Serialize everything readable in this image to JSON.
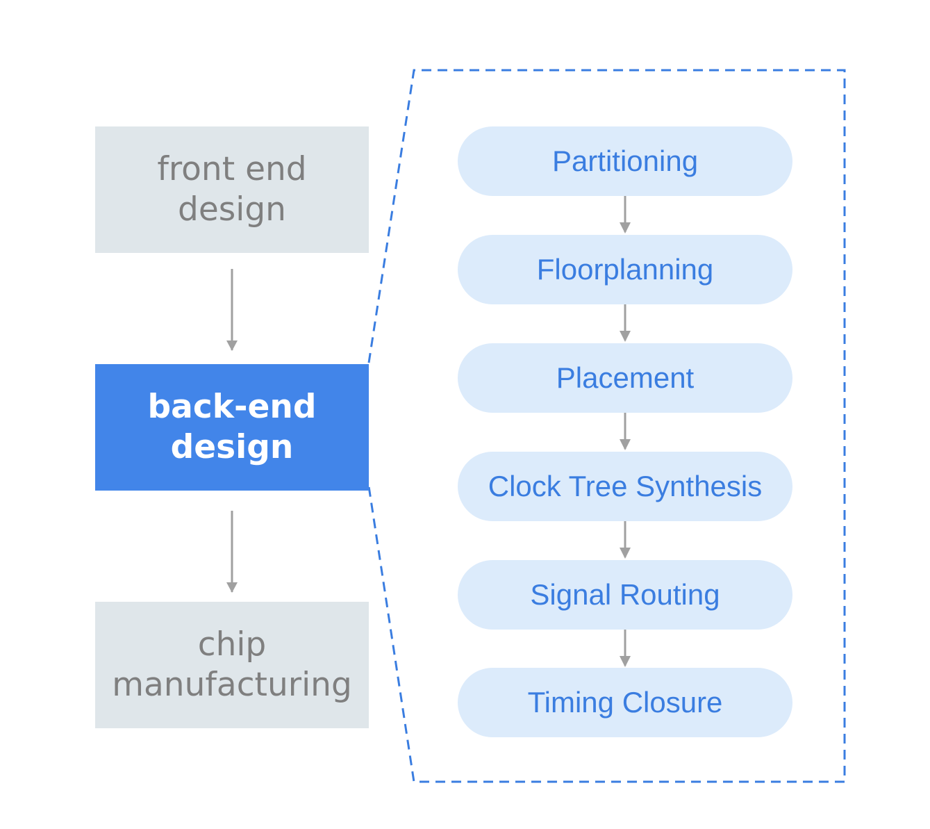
{
  "stages": [
    {
      "lines": [
        "front end",
        "design"
      ],
      "active": false
    },
    {
      "lines": [
        "back-end",
        "design"
      ],
      "active": true
    },
    {
      "lines": [
        "chip",
        "manufacturing"
      ],
      "active": false
    }
  ],
  "backend_steps": [
    "Partitioning",
    "Floorplanning",
    "Placement",
    "Clock Tree Synthesis",
    "Signal Routing",
    "Timing Closure"
  ],
  "colors": {
    "stage_bg": "#dfe6ea",
    "stage_text": "#7f7f7f",
    "active_bg": "#4285e9",
    "active_text": "#ffffff",
    "pill_bg": "#dcebfb",
    "pill_text": "#3a7de0",
    "dashed_outline": "#3a7de0",
    "arrow": "#a0a0a0"
  }
}
